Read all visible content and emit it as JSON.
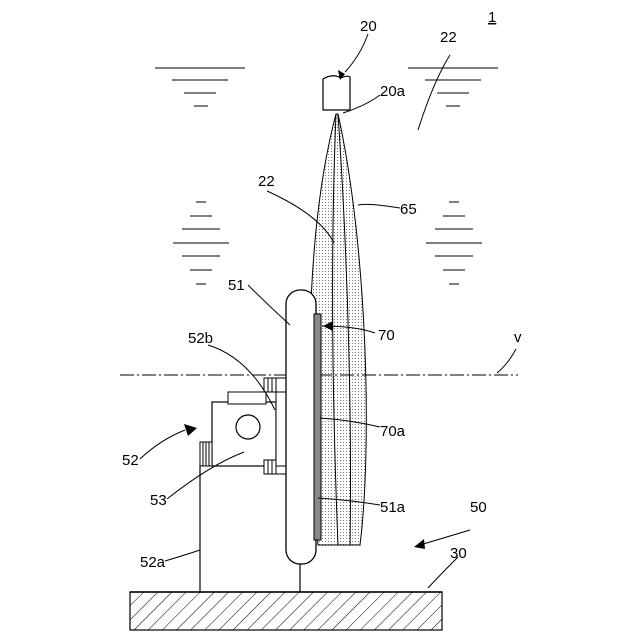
{
  "figure": {
    "number": "1",
    "labels": {
      "nozzle": "20",
      "nozzle_tip": "20a",
      "liquid_top": "22",
      "liquid_mid": "22",
      "spray": "65",
      "plate": "51",
      "plate_front": "51a",
      "film": "70",
      "film_face": "70a",
      "axis": "v",
      "bracket_top": "52b",
      "bracket": "52",
      "pivot": "53",
      "post": "52a",
      "holder": "50",
      "base": "30"
    }
  }
}
